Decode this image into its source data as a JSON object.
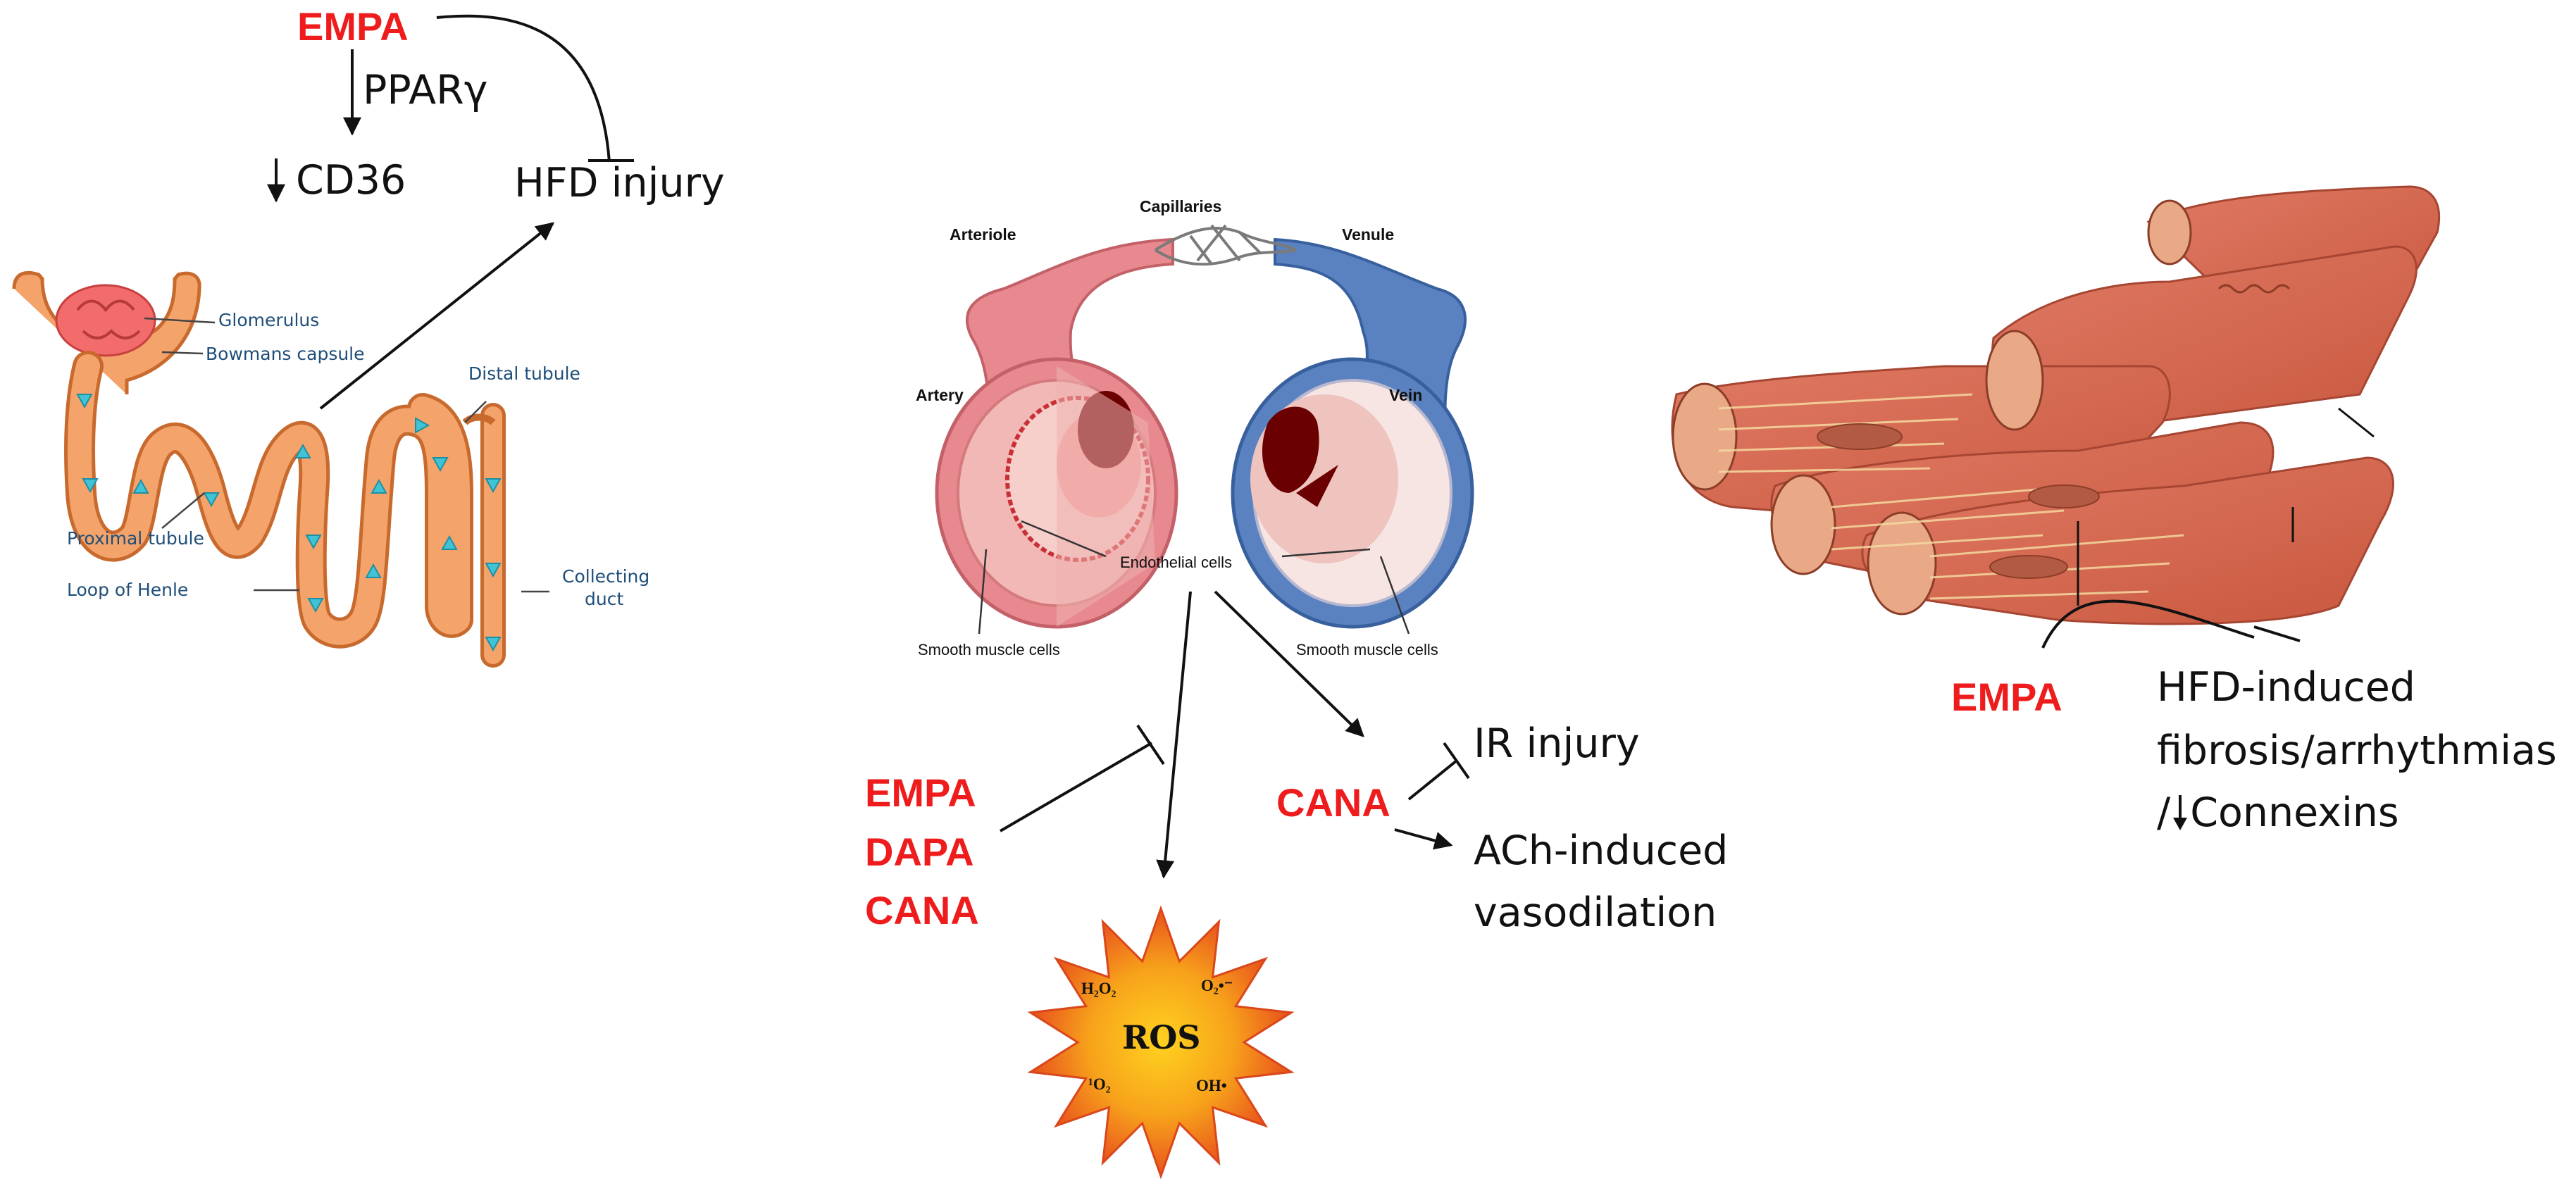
{
  "kidney": {
    "drug": "EMPA",
    "ppar": "PPARγ",
    "cd36": "CD36",
    "hfd_injury": "HFD injury",
    "labels": {
      "glomerulus": "Glomerulus",
      "bowmans_capsule": "Bowmans capsule",
      "proximal_tubule": "Proximal tubule",
      "loop_of_henle": "Loop of Henle",
      "distal_tubule": "Distal tubule",
      "collecting_duct_1": "Collecting",
      "collecting_duct_2": "duct"
    }
  },
  "vessels": {
    "labels": {
      "capillaries": "Capillaries",
      "arteriole": "Arteriole",
      "venule": "Venule",
      "artery": "Artery",
      "vein": "Vein",
      "endothelial_cells": "Endothelial cells",
      "smooth_muscle_left": "Smooth muscle cells",
      "smooth_muscle_right": "Smooth muscle cells"
    },
    "drugs_left": [
      "EMPA",
      "DAPA",
      "CANA"
    ],
    "drug_right": "CANA",
    "ir_injury": "IR injury",
    "ach_line1": "ACh-induced",
    "ach_line2": "vasodilation",
    "ros": {
      "title": "ROS",
      "h2o2": "H₂O₂",
      "o2_radical": "O₂•⁻",
      "singlet_o2": "¹O₂",
      "oh": "OH•"
    }
  },
  "heart": {
    "drug": "EMPA",
    "line1": "HFD-induced",
    "line2": "fibrosis/arrhythmias",
    "line3_prefix": "/",
    "line3_suffix": "Connexins"
  },
  "colors": {
    "drug": "#ee1c1c",
    "kidney_fill": "#f4a46a",
    "kidney_stroke": "#c86a2e",
    "arrow_cyan": "#41c3d6",
    "artery_outer": "#e8898f",
    "vein_outer": "#5b82c0",
    "muscle": "#d9715d"
  }
}
